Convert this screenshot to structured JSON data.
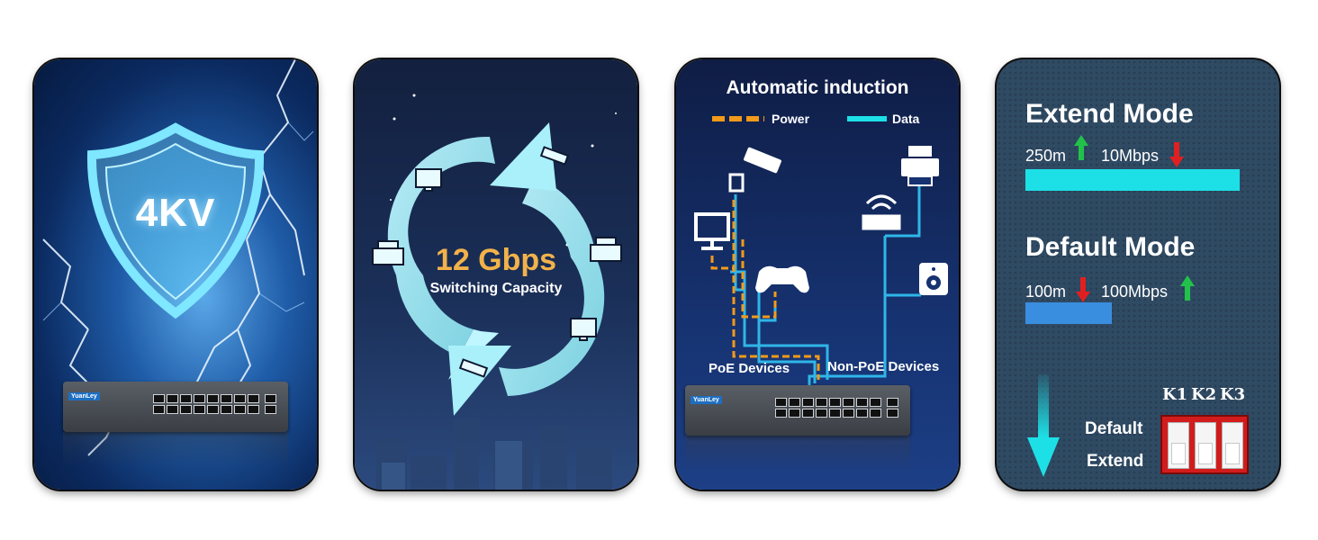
{
  "panels": {
    "surge": {
      "label": "4KV",
      "brand": "YuanLey"
    },
    "capacity": {
      "value": "12 Gbps",
      "caption": "Switching Capacity"
    },
    "induction": {
      "title": "Automatic induction",
      "legend": {
        "power": "Power",
        "data": "Data"
      },
      "poe_label": "PoE Devices",
      "non_poe_label": "Non-PoE Devices",
      "brand": "YuanLey"
    },
    "modes": {
      "extend_title": "Extend Mode",
      "extend_distance": "250m",
      "extend_speed": "10Mbps",
      "default_title": "Default Mode",
      "default_distance": "100m",
      "default_speed": "100Mbps",
      "dip_headers": [
        "K1",
        "K2",
        "K3"
      ],
      "dip_default": "Default",
      "dip_extend": "Extend"
    }
  },
  "colors": {
    "gbps_orange": "#f2b24a",
    "power_orange": "#f29a1a",
    "data_cyan": "#1de0e6",
    "arrow_up_green": "#22c24a",
    "arrow_down_red": "#e02020",
    "dip_red": "#d21c1c"
  },
  "icons": [
    "shield-icon",
    "lightning-icon",
    "monitor-icon",
    "camera-icon",
    "printer-icon",
    "router-icon",
    "speaker-icon",
    "gamepad-icon",
    "arrow-up-icon",
    "arrow-down-icon",
    "dip-switch-icon"
  ]
}
